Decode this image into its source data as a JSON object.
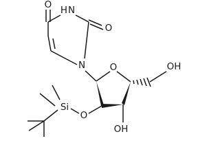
{
  "molecule": {
    "atoms": {
      "o_carbonyl_top": "O",
      "n_imide": "N",
      "h_imide": "H",
      "o_carbonyl_right": "O",
      "n_glycosidic": "N",
      "o_ring": "O",
      "o_hydroxymethyl": "OH",
      "si": "Si",
      "o_ether": "O",
      "o_hydroxyl": "OH"
    },
    "colors": {
      "ink": "#1a1a1a",
      "background": "#ffffff"
    }
  }
}
